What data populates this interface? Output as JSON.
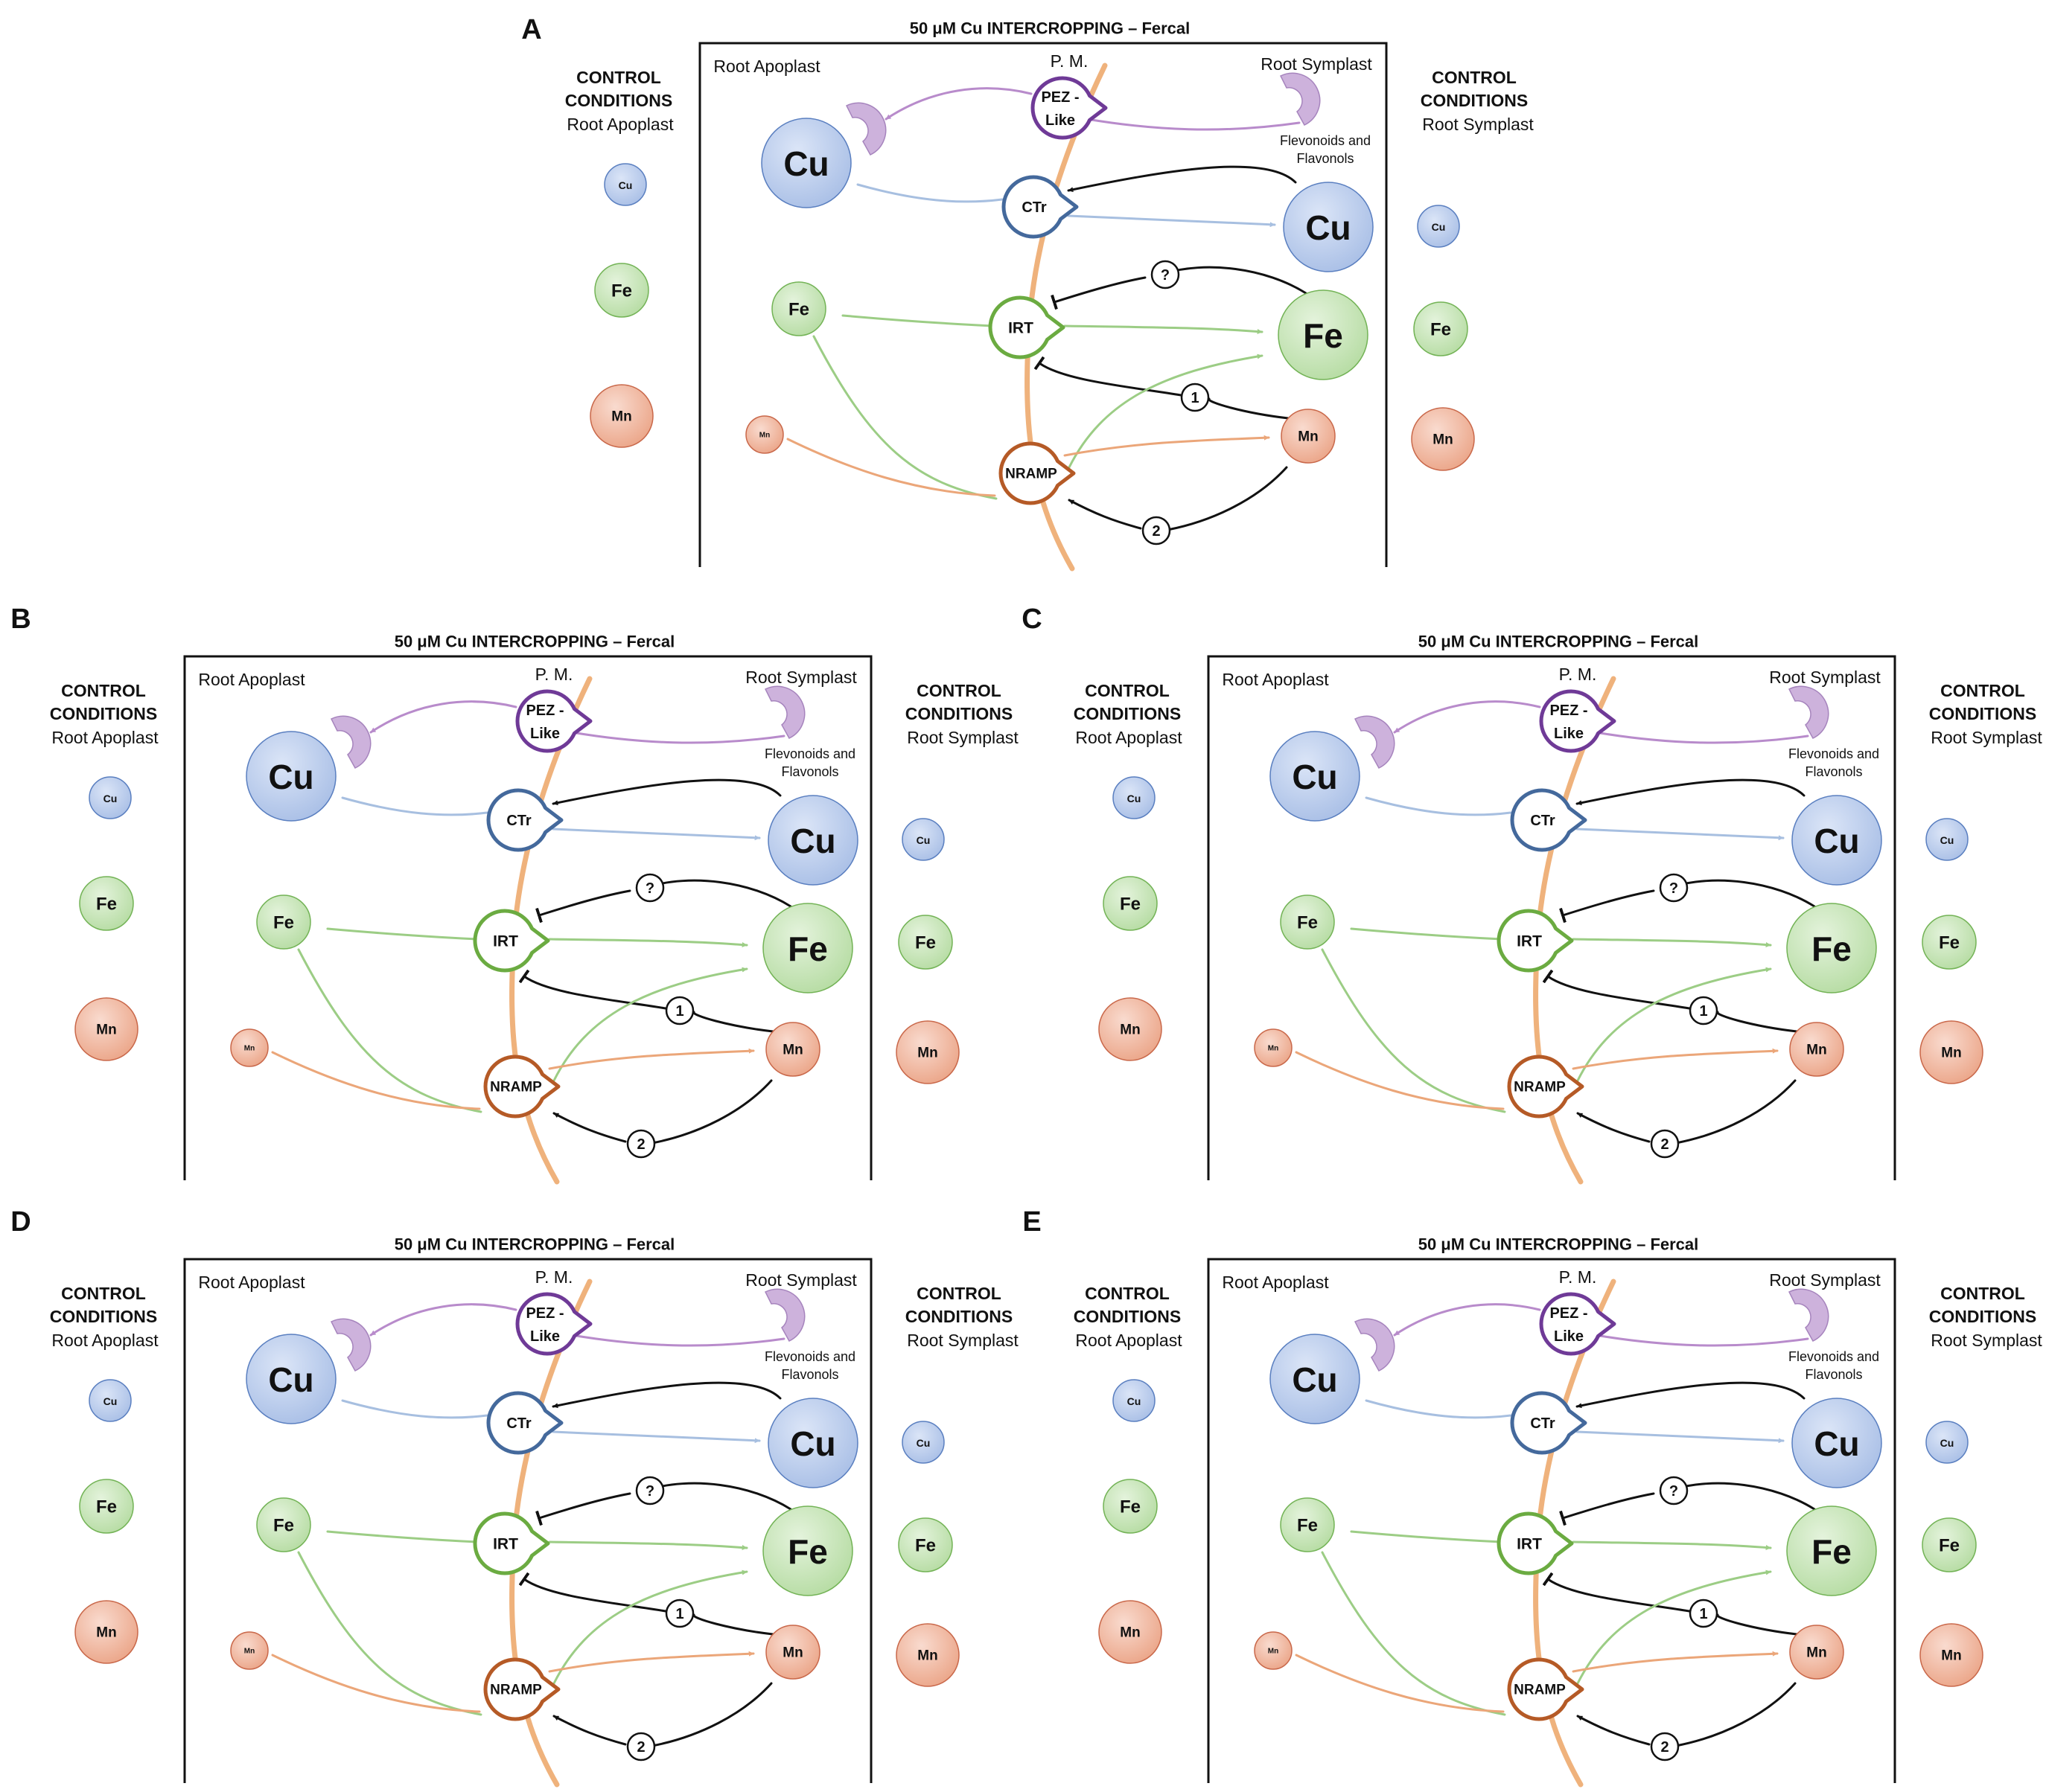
{
  "figure": {
    "treatment_title": "50 μM Cu INTERCROPPING – Fercal",
    "membrane_label": "P. M.",
    "apoplast_label": "Root Apoplast",
    "symplast_label": "Root Symplast",
    "control_line1": "CONTROL",
    "control_line2": "CONDITIONS",
    "control_apoplast": "Root Apoplast",
    "control_symplast": "Root Symplast",
    "flavonoids_line1": "Flevonoids and",
    "flavonoids_line2": "Flavonols",
    "transporters": {
      "pez_line1": "PEZ -",
      "pez_line2": "Like",
      "ctr": "CTr",
      "irt": "IRT",
      "nramp": "NRAMP"
    },
    "elements": {
      "cu": "Cu",
      "fe": "Fe",
      "mn": "Mn"
    },
    "markers": {
      "unknown": "?",
      "one": "1",
      "two": "2"
    },
    "colors": {
      "cu_fill": "#c3d2ee",
      "cu_stroke": "#5a7fc0",
      "fe_fill": "#cde8bf",
      "fe_stroke": "#73b356",
      "mn_fill": "#f2c0ab",
      "mn_stroke": "#c9684a",
      "pez_stroke": "#6f3a97",
      "ctr_stroke": "#44699c",
      "irt_stroke": "#6bab41",
      "nramp_stroke": "#b55a26",
      "membrane": "#efb27c",
      "flav_fill": "#cdb2dc"
    },
    "panels": [
      {
        "label": "A"
      },
      {
        "label": "B"
      },
      {
        "label": "C"
      },
      {
        "label": "D"
      },
      {
        "label": "E"
      }
    ]
  }
}
